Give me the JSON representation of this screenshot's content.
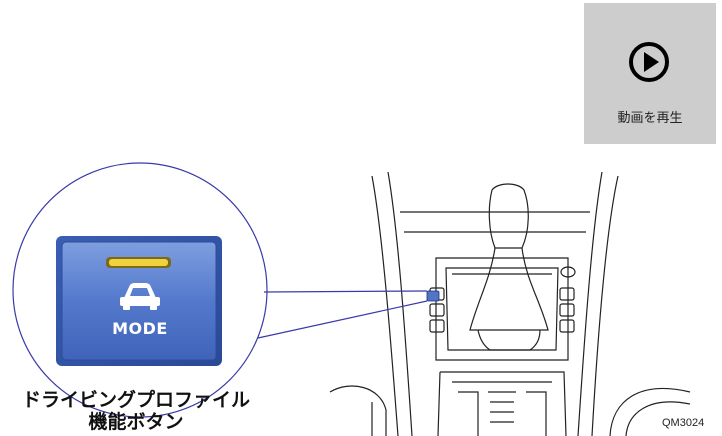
{
  "video_button": {
    "label": "動画を再生",
    "icon": "play-circle-icon"
  },
  "illustration": {
    "mode_button_label": "MODE",
    "mode_icon": "car-icon",
    "caption_line1": "ドライビングプロファイル",
    "caption_line2": "機能ボタン"
  },
  "figure_id": "QM3024",
  "colors": {
    "button_blue": "#4f74c8",
    "indicator_yellow": "#f2d23c",
    "video_bg": "#cdcdcd",
    "leader_line": "#3a3aa8"
  }
}
